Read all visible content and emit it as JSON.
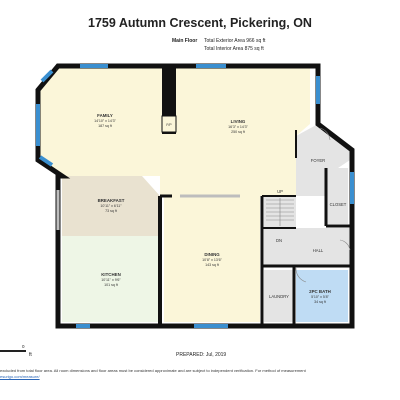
{
  "header": {
    "title": "1759 Autumn Crescent, Pickering, ON"
  },
  "floor_info": {
    "floor_name": "Main Floor",
    "exterior_area": "Total Exterior Area 966 sq ft",
    "interior_area": "Total Interior Area 875 sq ft"
  },
  "rooms": {
    "family": {
      "name": "FAMILY",
      "dims": "14'10\" x 14'3\"",
      "area": "187 sq ft"
    },
    "living": {
      "name": "LIVING",
      "dims": "16'3\" x 14'3\"",
      "area": "250 sq ft"
    },
    "breakfast": {
      "name": "BREAKFAST",
      "dims": "10'11\" x 6'11\"",
      "area": "73 sq ft"
    },
    "kitchen": {
      "name": "KITCHEN",
      "dims": "10'11\" x 9'6\"",
      "area": "101 sq ft"
    },
    "dining": {
      "name": "DINING",
      "dims": "10'8\" x 13'6\"",
      "area": "143 sq ft"
    },
    "bath": {
      "name": "2PC BATH",
      "dims": "5'10\" x 5'8\"",
      "area": "34 sq ft"
    }
  },
  "labels": {
    "foyer": "FOYER",
    "closet": "CLOSET",
    "hall": "HALL",
    "laundry": "LAUNDRY",
    "up": "UP",
    "dn": "DN",
    "fireplace": "F/P"
  },
  "footer": {
    "prepared": "PREPARED: Jul, 2019",
    "scale_unit": "ft",
    "scale_zero": "0",
    "disclaimer_line1": "excluded from total floor area. All room dimensions and floor areas must be considered approximate and are subject to independent verification. For method of measurement",
    "disclaimer_link": "esurigo.com/measure/"
  },
  "colors": {
    "room_fill": "#fbf6d9",
    "kitchen_fill": "#eef6e6",
    "breakfast_fill": "#e9e2d0",
    "bath_fill": "#bfdcf4",
    "hall_fill": "#e4e4e4",
    "wall": "#111111",
    "window": "#3a8fd0"
  }
}
